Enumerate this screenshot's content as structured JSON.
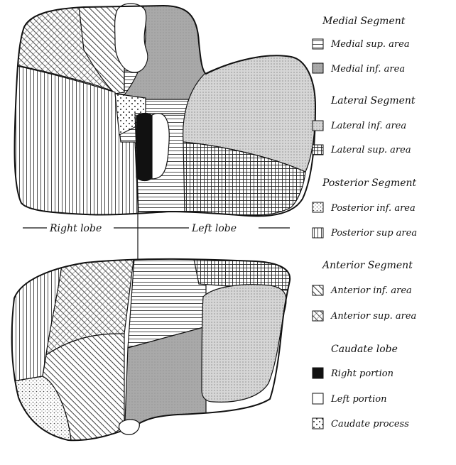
{
  "lobe_labels": {
    "right": "Right lobe",
    "left": "Left lobe"
  },
  "legend": {
    "groups": [
      {
        "heading": "Medial Segment",
        "items": [
          "Medial sup. area",
          "Medial inf. area"
        ]
      },
      {
        "heading": "Lateral Segment",
        "items": [
          "Lateral inf. area",
          "Lateral sup. area"
        ]
      },
      {
        "heading": "Posterior Segment",
        "items": [
          "Posterior inf. area",
          "Posterior sup area"
        ]
      },
      {
        "heading": "Anterior Segment",
        "items": [
          "Anterior inf. area",
          "Anterior sup. area"
        ]
      },
      {
        "heading": "Caudate lobe",
        "items": [
          "Right portion",
          "Left portion",
          "Caudate process"
        ]
      }
    ]
  },
  "colors": {
    "ink": "#111111",
    "medial_inf": "#a9a9a9",
    "lateral_inf": "#d6d6d6",
    "paper": "#ffffff"
  }
}
